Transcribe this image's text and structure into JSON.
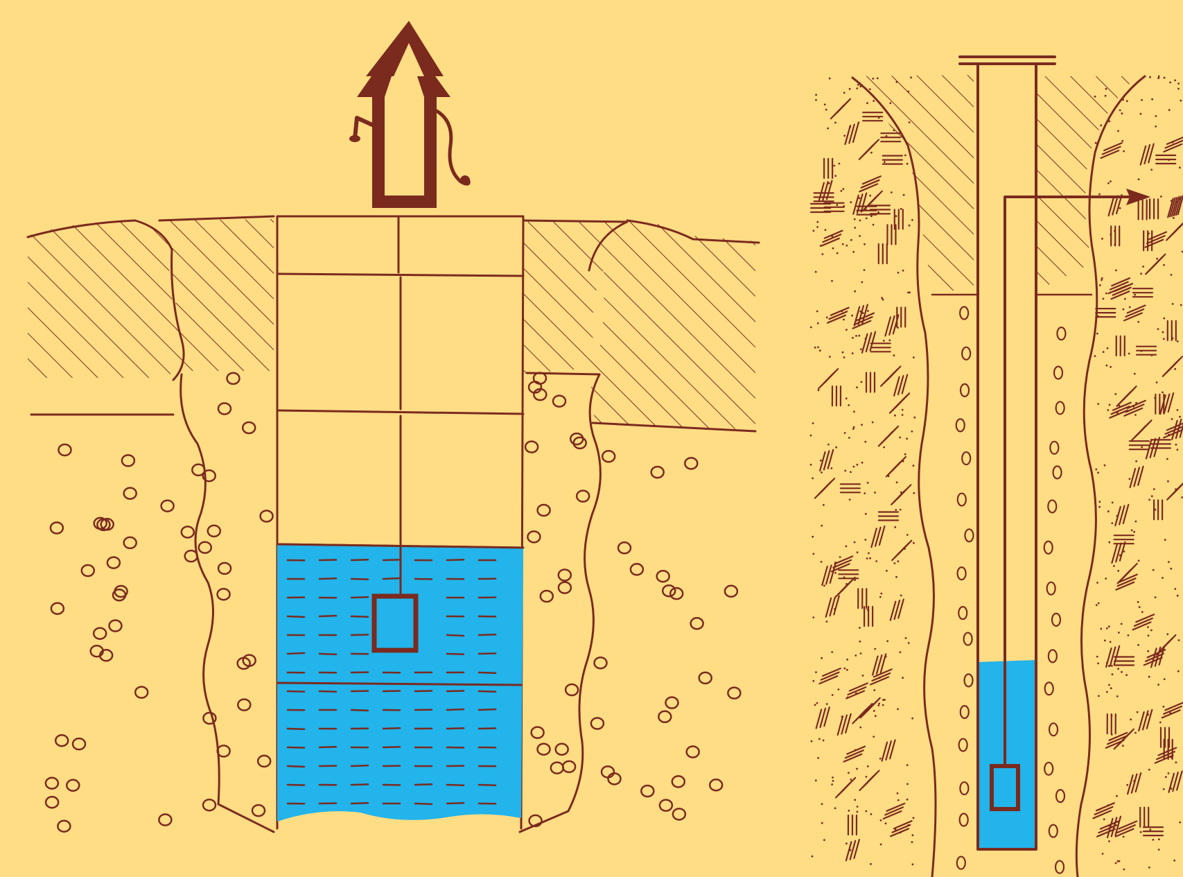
{
  "colors": {
    "background": "#FFDD85",
    "ink": "#7B2A1E",
    "water": "#22B4EA"
  },
  "diagrams": [
    {
      "name": "dug-well",
      "parts": [
        "pump-head",
        "pump-handle",
        "well-shaft",
        "rope",
        "bucket",
        "water",
        "topsoil",
        "gravel-layer"
      ]
    },
    {
      "name": "drilled-well",
      "parts": [
        "well-cap",
        "casing-pipe",
        "drop-pipe",
        "outlet-arrow",
        "submersible-pump",
        "water",
        "topsoil",
        "sand-gravel-layers"
      ]
    }
  ]
}
